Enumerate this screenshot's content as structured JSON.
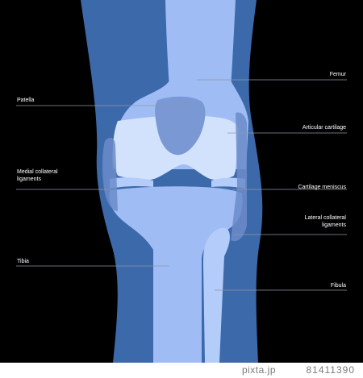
{
  "labels": {
    "femur": "Femur",
    "patella": "Patella",
    "articular_cartilage": "Articular cartilage",
    "medial_collateral": "Medial collateral ligaments",
    "cartilage_meniscus": "Cartilage meniscus",
    "lateral_collateral": "Lateral collateral ligaments",
    "tibia": "Tibia",
    "fibula": "Fibula"
  },
  "footer": {
    "site": "pixta.jp",
    "id": "81411390"
  },
  "colors": {
    "background": "#000000",
    "leg": "#3c69a9",
    "bone": "#9fbcf5",
    "bone_light": "#b3ccfa",
    "cartilage": "#d3e2fc",
    "patella": "#7a99d4",
    "ligament": "#6b8cc9",
    "leader_line": "#8f96a6"
  }
}
